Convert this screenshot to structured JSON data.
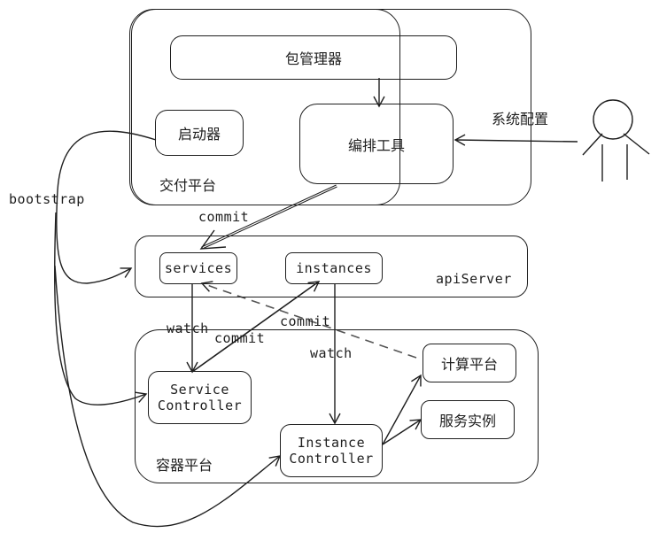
{
  "containers": {
    "delivery": {
      "label": "交付平台"
    },
    "api_server": {
      "label": "apiServer"
    },
    "container_platform": {
      "label": "容器平台"
    }
  },
  "nodes": {
    "package_manager": "包管理器",
    "launcher": "启动器",
    "orchestrator": "编排工具",
    "services": "services",
    "instances": "instances",
    "service_controller": [
      "Service",
      "Controller"
    ],
    "instance_controller": [
      "Instance",
      "Controller"
    ],
    "compute_platform": "计算平台",
    "service_instance": "服务实例"
  },
  "actor": {
    "label": "系统配置"
  },
  "edges": {
    "bootstrap": "bootstrap",
    "commit_orchestrator_services": "commit",
    "watch_services": "watch",
    "commit_service_controller": "commit",
    "commit_compute_services": "commit",
    "watch_instances": "watch"
  }
}
